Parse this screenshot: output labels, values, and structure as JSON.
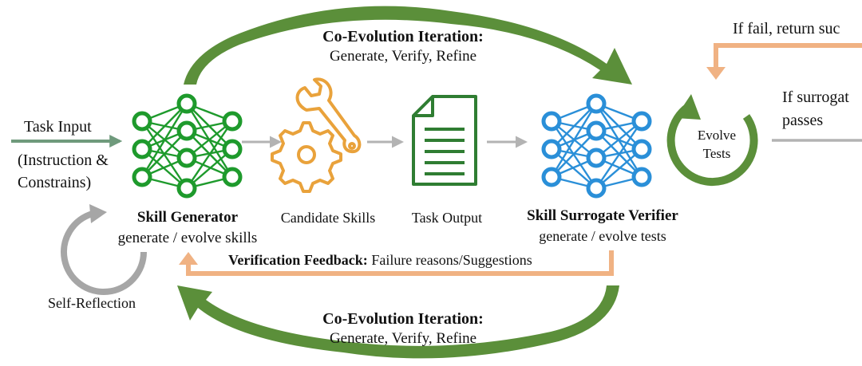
{
  "texts": {
    "coevo_top_title": "Co-Evolution Iteration:",
    "coevo_top_sub": "Generate, Verify, Refine",
    "coevo_bottom_title": "Co-Evolution Iteration:",
    "coevo_bottom_sub": "Generate, Verify, Refine",
    "task_input": "Task Input",
    "task_input_detail_1": "(Instruction &",
    "task_input_detail_2": "Constrains)",
    "generator_title": "Skill Generator",
    "generator_sub": "generate / evolve skills",
    "candidate_skills": "Candidate Skills",
    "task_output": "Task Output",
    "verifier_title": "Skill Surrogate Verifier",
    "verifier_sub": "generate / evolve tests",
    "evolve_1": "Evolve",
    "evolve_2": "Tests",
    "fail_return": "If fail, return suc",
    "surrogate_passes_1": "If surrogat",
    "surrogate_passes_2": "passes",
    "feedback_bold": "Verification Feedback:",
    "feedback_rest": " Failure reasons/Suggestions",
    "self_reflection": "Self-Reflection"
  },
  "icons": {
    "generator": "neural-network-icon",
    "candidate": "wrench-gear-icon",
    "output": "document-icon",
    "verifier": "neural-network-icon",
    "evolve": "circular-arrow-icon",
    "reflection": "circular-arrow-icon"
  },
  "colors": {
    "generator_green": "#1e9a2c",
    "verifier_blue": "#2a8fd8",
    "loop_green": "#5b8f3a",
    "feedback_orange": "#f0b283",
    "flow_gray": "#b3b3b3",
    "wrench_orange": "#e9a23b",
    "document_green": "#2f7d32",
    "input_arrow": "#6f9a7c"
  }
}
